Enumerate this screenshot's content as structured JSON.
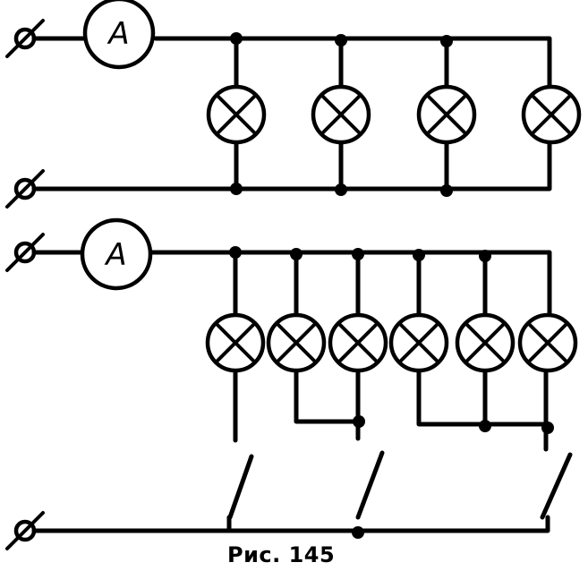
{
  "caption": "Рис. 145",
  "ammeter_symbol": "A",
  "circuit_top": {
    "lamp_count": 4,
    "connection": "parallel"
  },
  "circuit_bottom": {
    "lamp_count": 6,
    "switch_count": 3,
    "lamps_per_switch": [
      1,
      2,
      3
    ]
  }
}
